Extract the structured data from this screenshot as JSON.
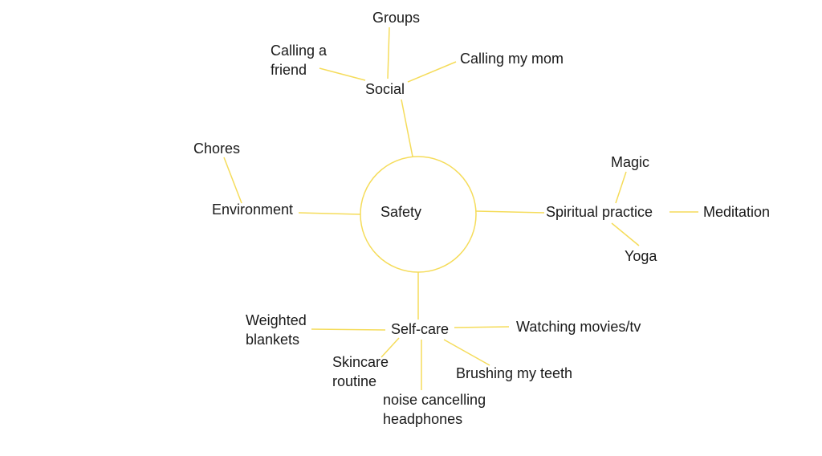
{
  "colors": {
    "line": "#f5dc5a",
    "text": "#1a1a1a",
    "background": "#ffffff"
  },
  "center": {
    "label": "Safety"
  },
  "branches": {
    "social": {
      "label": "Social",
      "children": {
        "groups": "Groups",
        "calling_friend": "Calling a\nfriend",
        "calling_mom": "Calling my mom"
      }
    },
    "environment": {
      "label": "Environment",
      "children": {
        "chores": "Chores"
      }
    },
    "spiritual": {
      "label": "Spiritual practice",
      "children": {
        "magic": "Magic",
        "meditation": "Meditation",
        "yoga": "Yoga"
      }
    },
    "selfcare": {
      "label": "Self-care",
      "children": {
        "weighted_blankets": "Weighted\nblankets",
        "watching": "Watching movies/tv",
        "skincare": "Skincare\nroutine",
        "brushing": "Brushing my teeth",
        "headphones": "noise cancelling\nheadphones"
      }
    }
  }
}
